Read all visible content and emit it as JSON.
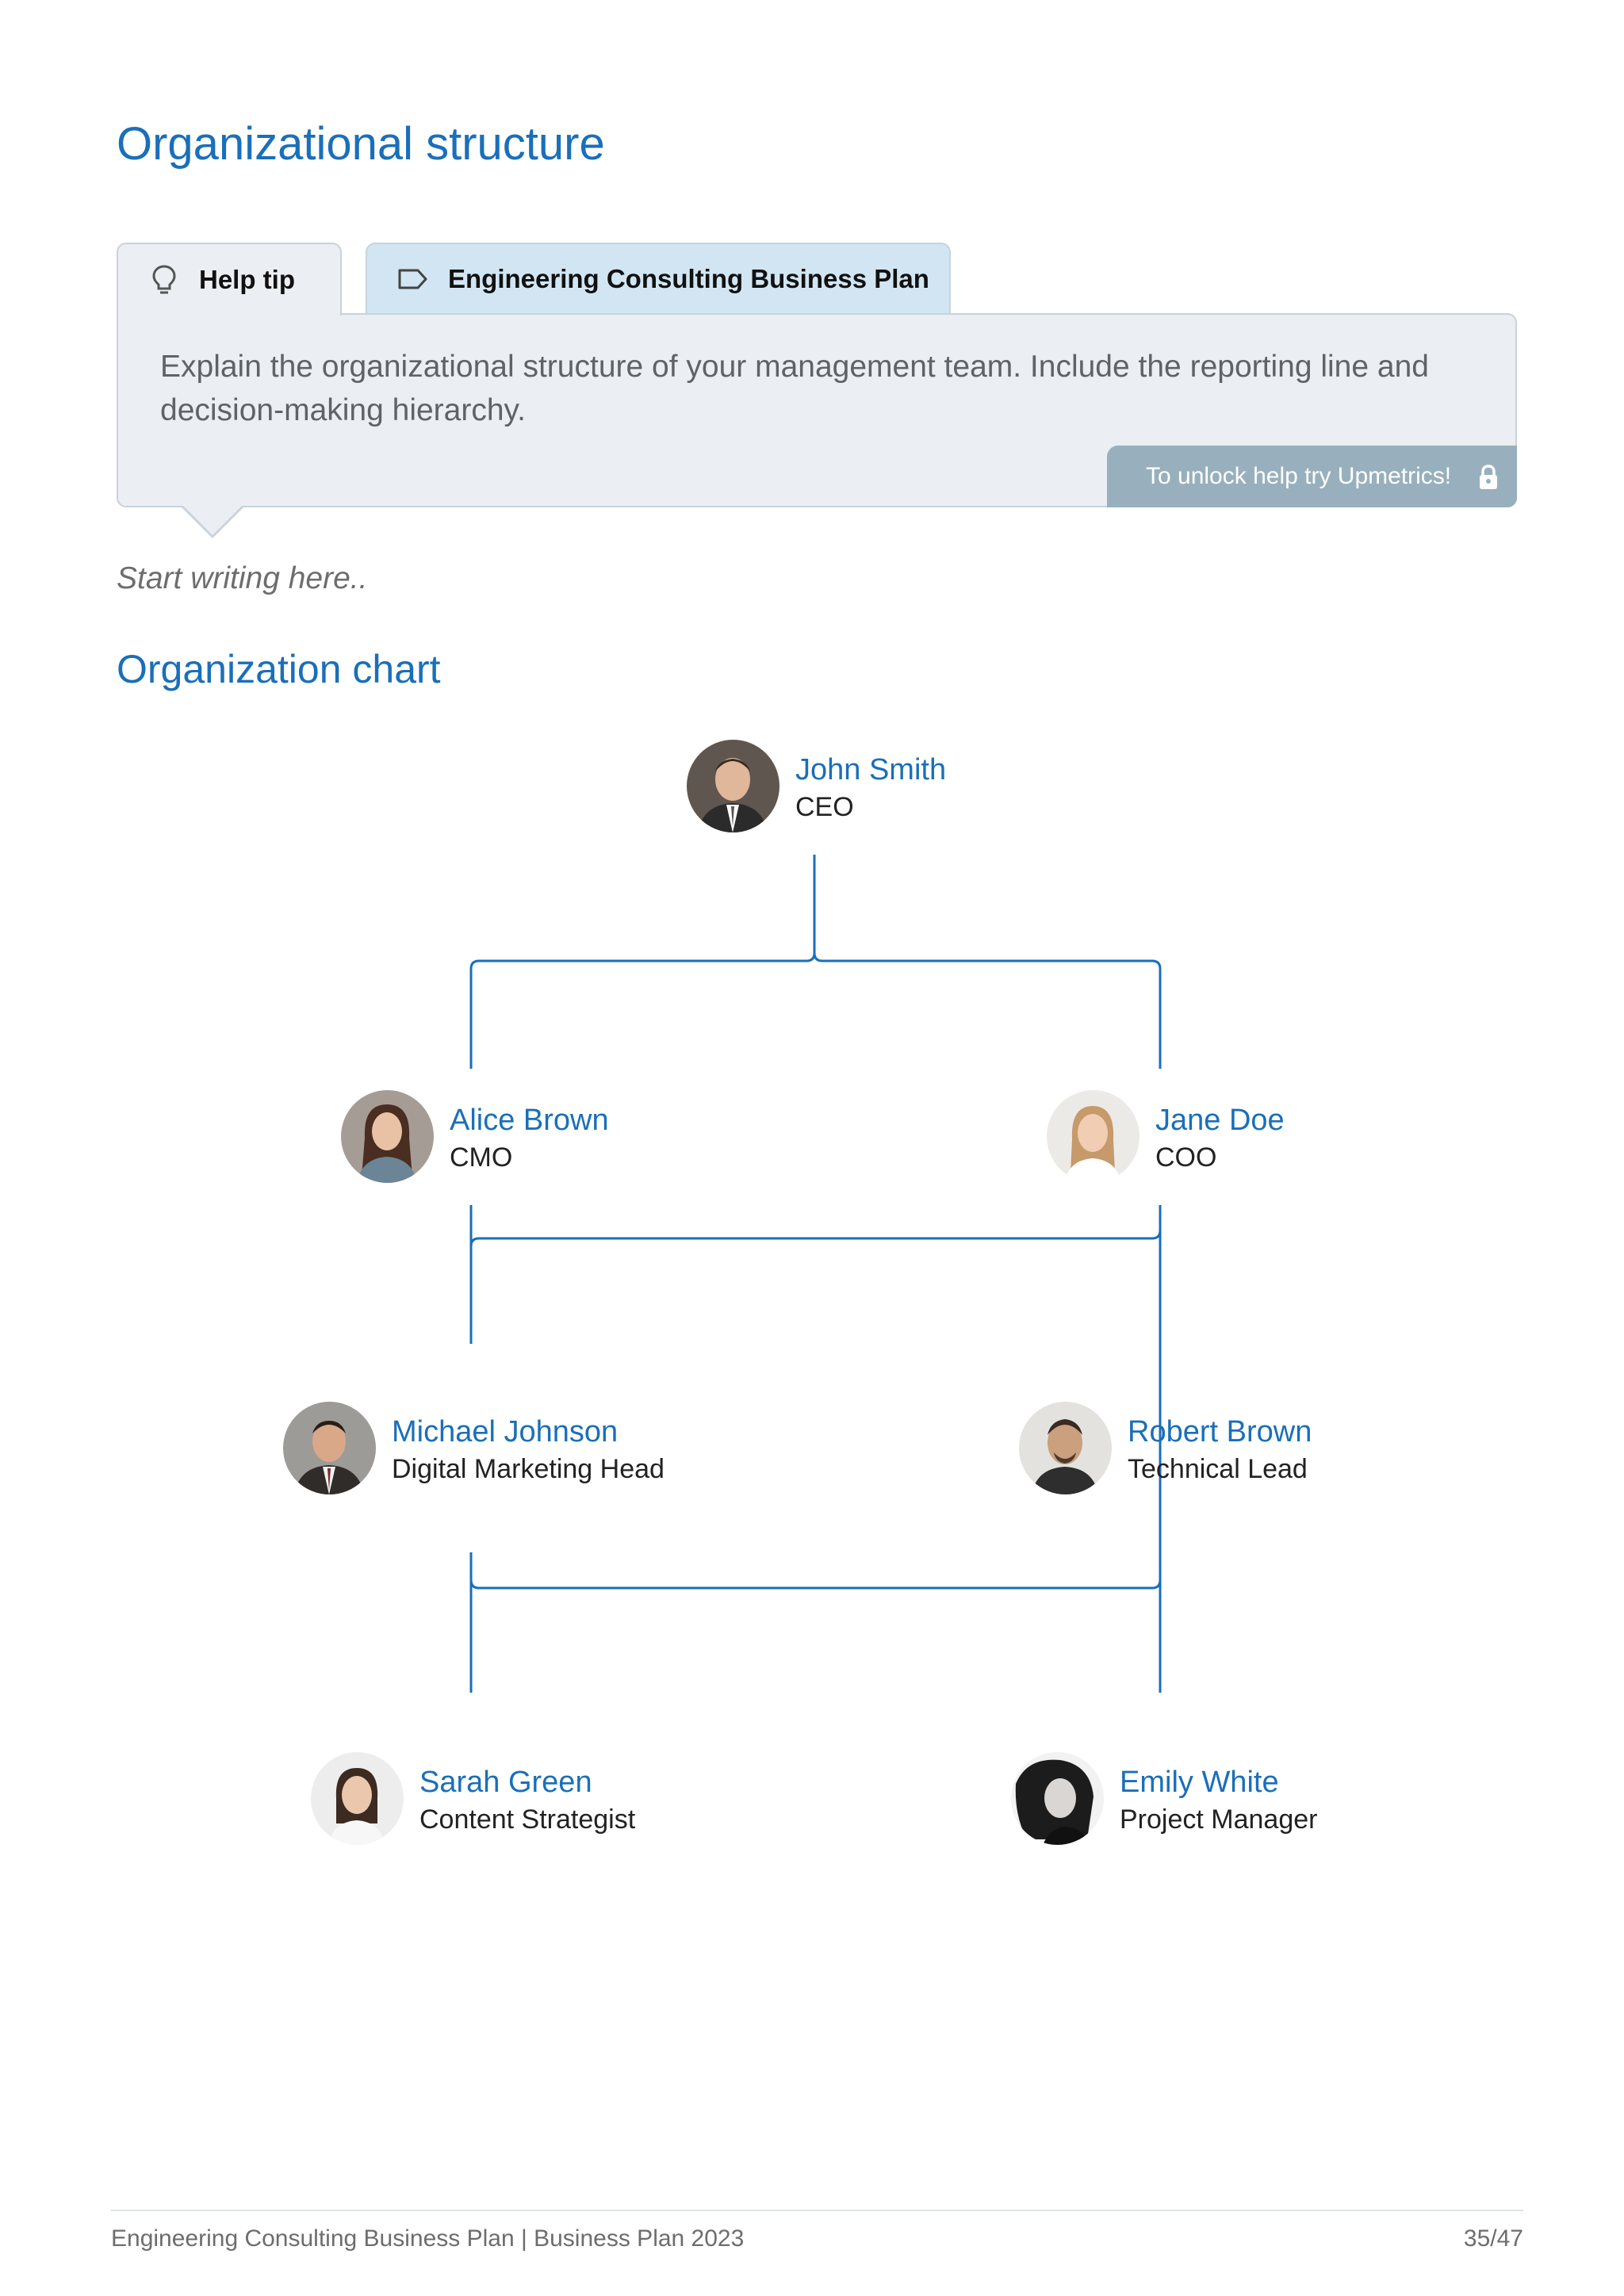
{
  "page": {
    "title": "Organizational structure",
    "tabs": {
      "help_label": "Help tip",
      "plan_label": "Engineering Consulting Business Plan"
    },
    "tip": {
      "text": "Explain the organizational structure of your management team. Include the reporting line and decision-making hierarchy.",
      "unlock_label": "To unlock help try Upmetrics!"
    },
    "placeholder": "Start writing here..",
    "section_title": "Organization chart"
  },
  "org_chart": {
    "ceo": {
      "name": "John Smith",
      "role": "CEO"
    },
    "cmo": {
      "name": "Alice Brown",
      "role": "CMO"
    },
    "coo": {
      "name": "Jane Doe",
      "role": "COO"
    },
    "digital_marketing_head": {
      "name": "Michael Johnson",
      "role": "Digital Marketing Head"
    },
    "technical_lead": {
      "name": "Robert Brown",
      "role": "Technical Lead"
    },
    "content_strategist": {
      "name": "Sarah Green",
      "role": "Content Strategist"
    },
    "project_manager": {
      "name": "Emily White",
      "role": "Project Manager"
    }
  },
  "footer": {
    "left": "Engineering Consulting Business Plan | Business Plan 2023",
    "right": "35/47"
  },
  "colors": {
    "accent": "#1a6fb9",
    "tip_background": "#ebeef3",
    "plan_tab_background": "#d2e5f3",
    "unlock_background": "#98b0bd"
  }
}
